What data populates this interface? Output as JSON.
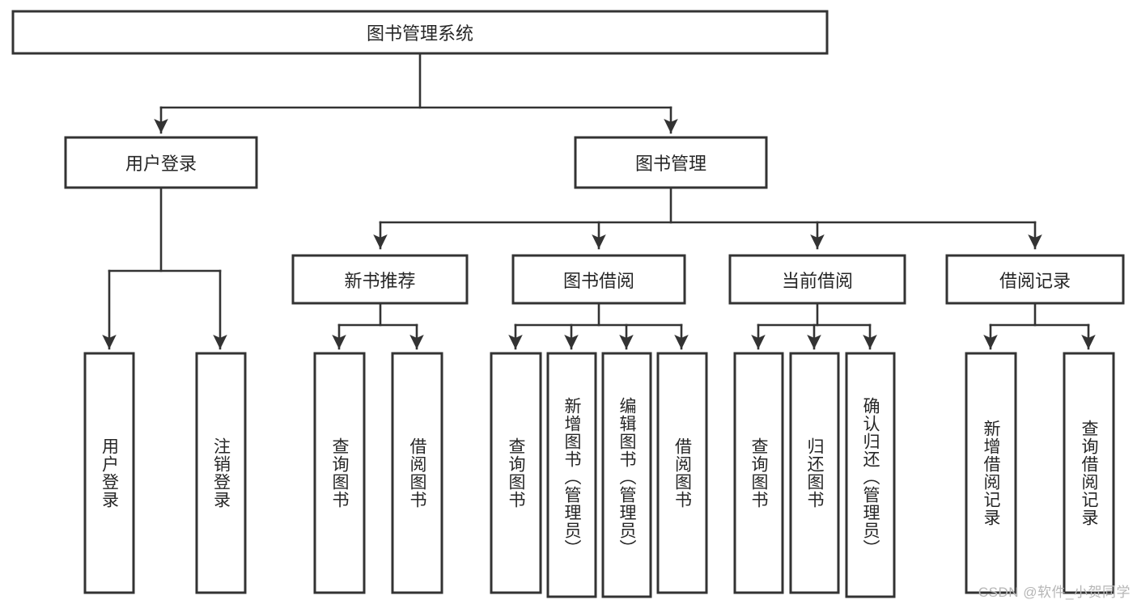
{
  "diagram": {
    "type": "tree",
    "title": "图书管理系统",
    "watermark": "CSDN @软件_小贺同学",
    "colors": {
      "box_stroke": "#333333",
      "box_fill": "#ffffff",
      "text": "#262626",
      "connector": "#333333",
      "watermark": "#b6b6b6"
    },
    "nodes": {
      "root": {
        "label": "图书管理系统"
      },
      "level2": [
        {
          "label": "用户登录"
        },
        {
          "label": "图书管理"
        }
      ],
      "level3": [
        {
          "label": "新书推荐"
        },
        {
          "label": "图书借阅"
        },
        {
          "label": "当前借阅"
        },
        {
          "label": "借阅记录"
        }
      ],
      "leaves": {
        "user_login": [
          {
            "label": "用户登录"
          },
          {
            "label": "注销登录"
          }
        ],
        "new_book_recommend": [
          {
            "label": "查询图书"
          },
          {
            "label": "借阅图书"
          }
        ],
        "book_borrow": [
          {
            "label": "查询图书"
          },
          {
            "label": "新增图书（管理员）"
          },
          {
            "label": "编辑图书（管理员）"
          },
          {
            "label": "借阅图书"
          }
        ],
        "current_borrow": [
          {
            "label": "查询图书"
          },
          {
            "label": "归还图书"
          },
          {
            "label": "确认归还（管理员）"
          }
        ],
        "borrow_record": [
          {
            "label": "新增借阅记录"
          },
          {
            "label": "查询借阅记录"
          }
        ]
      }
    }
  }
}
